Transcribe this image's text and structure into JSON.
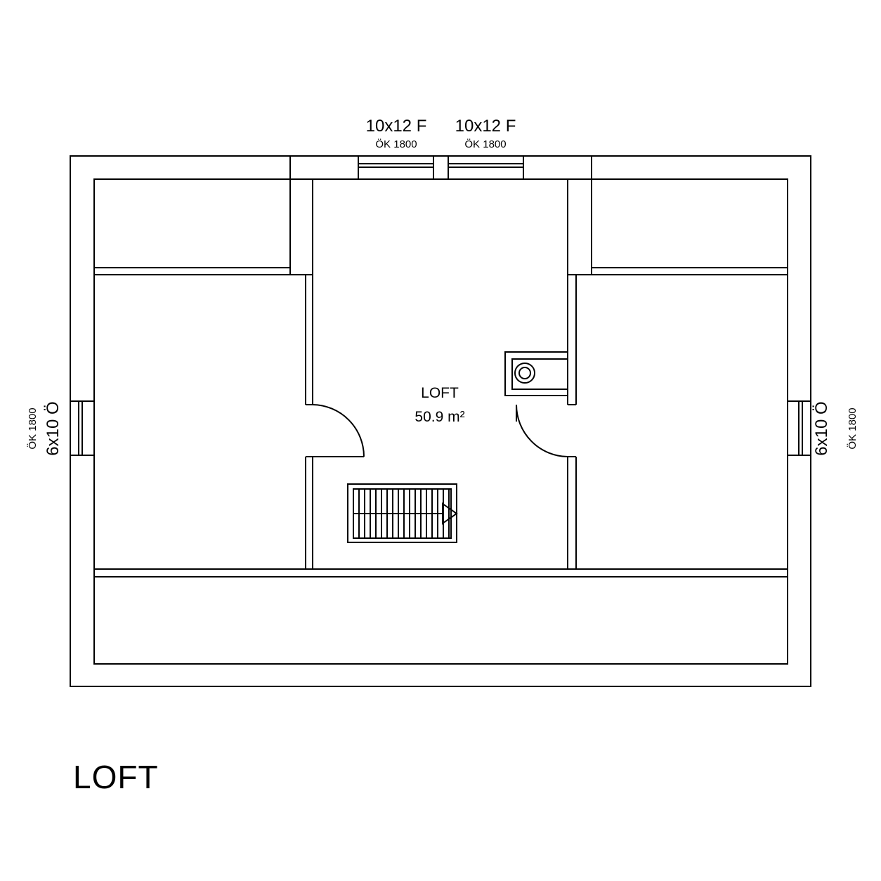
{
  "title": "LOFT",
  "room": {
    "name": "LOFT",
    "area": "50.9 m²"
  },
  "windows": {
    "top_left": {
      "size": "10x12 F",
      "sill": "ÖK 1800"
    },
    "top_right": {
      "size": "10x12 F",
      "sill": "ÖK 1800"
    },
    "left": {
      "size": "6x10 Ö",
      "sill": "ÖK 1800"
    },
    "right": {
      "size": "6x10 Ö",
      "sill": "ÖK 1800"
    }
  },
  "colors": {
    "line": "#000000",
    "background": "#ffffff"
  }
}
